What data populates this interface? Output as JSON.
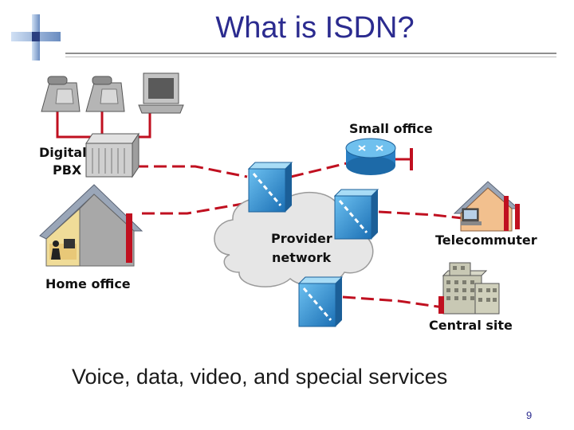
{
  "slide": {
    "title": "What is ISDN?",
    "caption": "Voice, data, video, and special services",
    "page_number": "9"
  },
  "diagram": {
    "labels": {
      "digital_pbx_line1": "Digital",
      "digital_pbx_line2": "PBX",
      "small_office": "Small office",
      "provider_line1": "Provider",
      "provider_line2": "network",
      "telecommuter": "Telecommuter",
      "home_office": "Home office",
      "central_site": "Central site"
    }
  },
  "colors": {
    "title": "#2b2b8f",
    "link": "#c01020",
    "switch": "#2d8fd4",
    "cloud": "#e6e6e6",
    "router": "#3d9ee0"
  }
}
